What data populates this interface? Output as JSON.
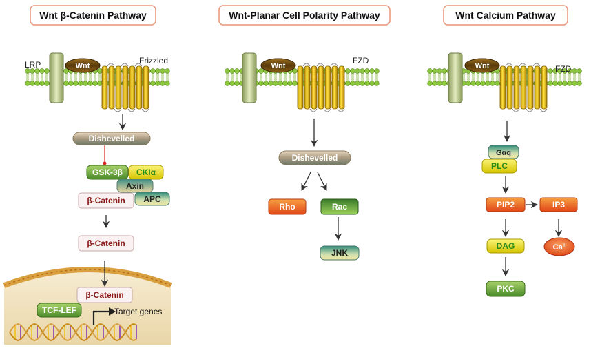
{
  "titles": {
    "beta_catenin": "Wnt β-Catenin Pathway",
    "planar": "Wnt-Planar Cell Polarity Pathway",
    "calcium": "Wnt Calcium Pathway"
  },
  "beta_catenin": {
    "lrp": "LRP",
    "wnt": "Wnt",
    "receptor": "Frizzled",
    "dishevelled": "Dishevelled",
    "gsk3b": "GSK-3β",
    "ck1a": "CKIα",
    "axin": "Axin",
    "apc": "APC",
    "catenin1": "β-Catenin",
    "catenin2": "β-Catenin",
    "catenin3": "β-Catenin",
    "tcf_lef": "TCF-LEF",
    "target_genes": "Target genes"
  },
  "planar": {
    "wnt": "Wnt",
    "receptor": "FZD",
    "dishevelled": "Dishevelled",
    "rho": "Rho",
    "rac": "Rac",
    "jnk": "JNK"
  },
  "calcium": {
    "wnt": "Wnt",
    "receptor": "FZD",
    "gaq": "Gαq",
    "plc": "PLC",
    "pip2": "PIP2",
    "ip3": "IP3",
    "dag": "DAG",
    "ca": "Ca+",
    "pkc": "PKC"
  },
  "colors": {
    "title_border": "#e8957a",
    "membrane_head": "#8dc63f",
    "receptor_gold": "#f5c400",
    "lrp_green": "#b8c98a",
    "wnt_brown": "#6b4a12",
    "orange_node": "#ef6c1a",
    "green_node": "#7fb24a",
    "yellow_node": "#f0e010",
    "teal_node": "#4f9a8a",
    "nucleus": "#f2e0b8"
  }
}
